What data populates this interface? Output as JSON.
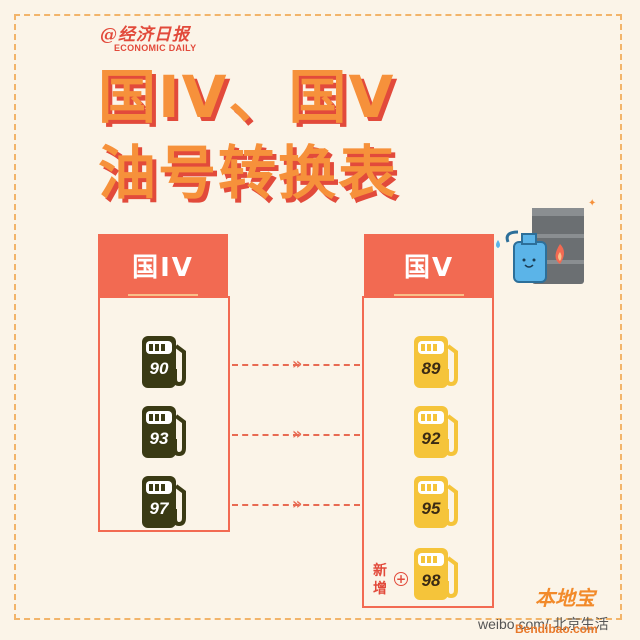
{
  "brand": {
    "main": "@经济日报",
    "sub": "ECONOMIC DAILY"
  },
  "title": {
    "line1": "国IV、国V",
    "line2": "油号转换表"
  },
  "left_column": {
    "header": "国IV",
    "grades": [
      "90",
      "93",
      "97"
    ]
  },
  "right_column": {
    "header": "国V",
    "grades": [
      "89",
      "92",
      "95",
      "98"
    ]
  },
  "new_label": "新增",
  "colors": {
    "accent": "#f26a52",
    "title": "#f6913b",
    "dark_pump": "#3a3a14",
    "yellow_pump": "#f5c43a",
    "background": "#fbf4e8"
  },
  "watermark": {
    "cn": "本地宝",
    "weibo": "weibo.com/ 北京生活",
    "en": "Bendibao.com"
  }
}
